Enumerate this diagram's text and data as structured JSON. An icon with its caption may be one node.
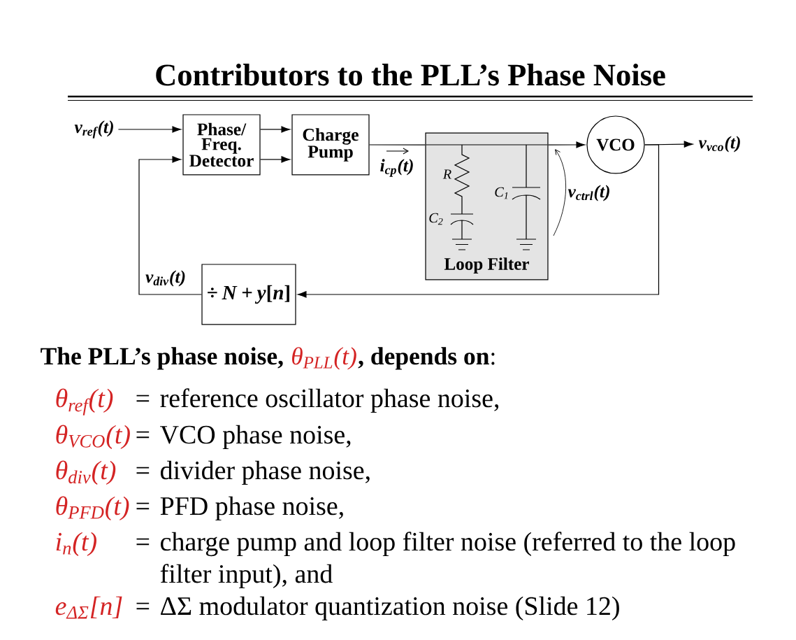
{
  "diagram": {
    "title": "Contributors to the PLL’s Phase Noise",
    "nodes": [
      {
        "text": [
          "v$_{ref}$(t)"
        ]
      },
      {
        "text": [
          "Phase/ Freq. Detector"
        ]
      },
      {
        "text": [
          "Charge Pump"
        ]
      },
      {
        "text": [
          "Loop Filter"
        ]
      },
      {
        "text": [
          "VCO"
        ]
      },
      {
        "text": [
          "v$_{vco}$(t)"
        ]
      },
      {
        "text": [
          "÷ *N* + *y*[*n*]"
        ]
      }
    ],
    "edges": [
      {
        "from": 0,
        "to": 1,
        "arrow": "to"
      },
      {
        "from": 1,
        "to": 2,
        "arrow": "to"
      },
      {
        "from": 1,
        "to": 2,
        "arrow": "to"
      },
      {
        "from": 2,
        "to": 3,
        "arrow": "none",
        "label": "i$_{cp}$(t)"
      },
      {
        "from": 3,
        "to": 4,
        "arrow": "to"
      },
      {
        "from": 4,
        "to": 5,
        "arrow": "to"
      },
      {
        "from": 4,
        "to": 6,
        "arrow": "to"
      },
      {
        "from": 6,
        "to": 1,
        "arrow": "to",
        "label": "v$_{div}$(t)"
      }
    ],
    "labels": [
      "R",
      "C$_{2}$",
      "C$_{1}$",
      "v$_{ctrl}$(t)",
      "The PLL’s phase noise,",
      "θ$_{PLL}$(t)",
      "**, depends on**:",
      "θ$_{ref}$(t)",
      "=",
      "reference oscillator phase noise,",
      "θ$_{VCO}$(t)",
      "=",
      "VCO phase noise,",
      "θ$_{div}$(t)",
      "=",
      "divider phase noise,",
      "θ$_{PFD}$(t)",
      "=",
      "PFD phase noise,",
      "i$_{n}$(t)",
      "=",
      "charge pump and loop filter noise (referred to the loop filter input), and",
      "e$_{ΔΣ}$[n]",
      "=",
      "ΔΣ modulator quantization noise (Slide 12)"
    ]
  }
}
